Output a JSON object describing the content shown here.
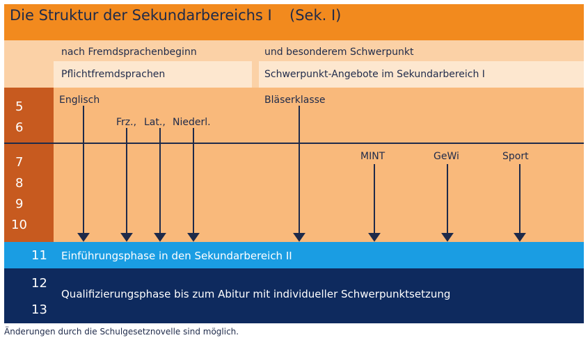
{
  "title": "Die Struktur der Sekundarbereichs I",
  "title_suffix": "(Sek. I)",
  "headers": {
    "left_top": "nach Fremdsprachenbeginn",
    "right_top": "und besonderem Schwerpunkt",
    "left_box": "Pflichtfremdsprachen",
    "right_box": "Schwerpunkt-Angebote im Sekundarbereich I"
  },
  "grades": [
    "5",
    "6",
    "7",
    "8",
    "9",
    "10",
    "11",
    "12",
    "13"
  ],
  "languages": [
    "Englisch",
    "Frz.,",
    "Lat.,",
    "Niederl."
  ],
  "profiles": {
    "blaeser": "Bläserklasse",
    "mint": "MINT",
    "gewi": "GeWi",
    "sport": "Sport"
  },
  "phases": {
    "einfuehrung": "Einführungsphase in den Sekundarbereich II",
    "qualifizierung": "Qualifizierungsphase bis zum Abitur mit individueller Schwerpunktsetzung"
  },
  "note": "Änderungen durch die Schulgesetznovelle sind möglich.",
  "colors": {
    "title": "#f28a1e",
    "header": "#fbd1a6",
    "box": "#fde7cf",
    "grade_column": "#c75a1f",
    "area": "#f9b97b",
    "phase_11": "#1a9de3",
    "phase_12": "#0e2a5e",
    "ink": "#1e2a4a"
  }
}
